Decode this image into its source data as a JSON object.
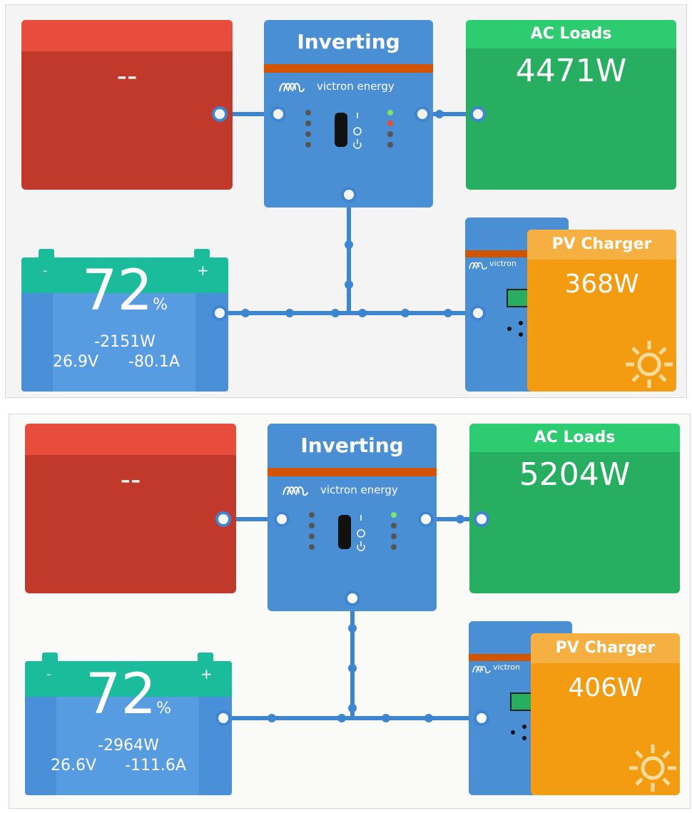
{
  "panels": [
    {
      "grid": {
        "value": "--"
      },
      "inverter": {
        "state": "Inverting",
        "brand": "victron energy"
      },
      "ac_loads": {
        "title": "AC Loads",
        "power": "4471W"
      },
      "battery": {
        "minus": "-",
        "plus": "+",
        "soc": "72",
        "unit": "%",
        "power": "-2151W",
        "voltage": "26.9V",
        "current": "-80.1A"
      },
      "pv": {
        "title": "PV Charger",
        "power": "368W",
        "brand": "victron"
      }
    },
    {
      "grid": {
        "value": "--"
      },
      "inverter": {
        "state": "Inverting",
        "brand": "victron energy"
      },
      "ac_loads": {
        "title": "AC Loads",
        "power": "5204W"
      },
      "battery": {
        "minus": "-",
        "plus": "+",
        "soc": "72",
        "unit": "%",
        "power": "-2964W",
        "voltage": "26.6V",
        "current": "-111.6A"
      },
      "pv": {
        "title": "PV Charger",
        "power": "406W",
        "brand": "victron"
      }
    }
  ],
  "colors": {
    "grid_red": "#c0392b",
    "grid_red_top": "#e74c3c",
    "inverter_blue": "#4a8fd4",
    "inverter_orange": "#d35400",
    "ac_green": "#27ae60",
    "ac_green_top": "#2ecc71",
    "battery_teal": "#1abc9c",
    "battery_blue": "#4a90d9",
    "pv_orange": "#f39c12",
    "pv_orange_top": "#f5b041",
    "wire_blue": "#3d85d0"
  }
}
